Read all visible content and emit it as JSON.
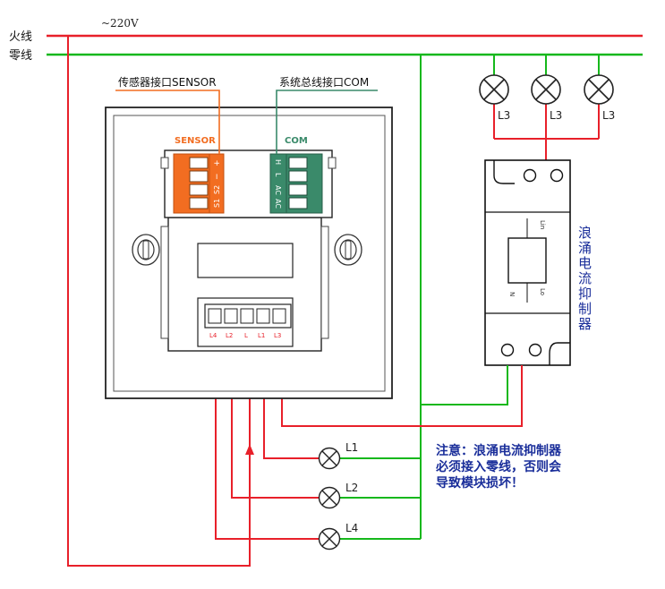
{
  "title": "~220V",
  "wires": {
    "live_label": "火线",
    "neutral_label": "零线"
  },
  "panel": {
    "sensor_interface_label": "传感器接口SENSOR",
    "bus_interface_label": "系统总线接口COM",
    "sensor_block_label": "SENSOR",
    "sensor_pins": [
      "S1",
      "S2",
      "−",
      "+"
    ],
    "com_block_label": "COM",
    "com_pins": [
      "H",
      "L",
      "AC",
      "AC"
    ],
    "output_terminals": [
      "L4",
      "L2",
      "L",
      "L1",
      "L3"
    ]
  },
  "lamps": {
    "top": [
      "L3",
      "L3",
      "L3"
    ],
    "right": [
      "L1",
      "L2",
      "L4"
    ]
  },
  "suppressor": {
    "label": "浪涌电流抑制器",
    "in_mark": "Lin",
    "out_mark": "Lo",
    "n_mark": "N"
  },
  "note": {
    "line1": "注意：浪涌电流抑制器",
    "line2": "必须接入零线，否则会",
    "line3": "导致模块损坏！"
  },
  "colors": {
    "live": "#e8202a",
    "neutral": "#16b81c",
    "sensor": "#f26d21",
    "com": "#3a8a6a",
    "note": "#1a2e9a"
  }
}
